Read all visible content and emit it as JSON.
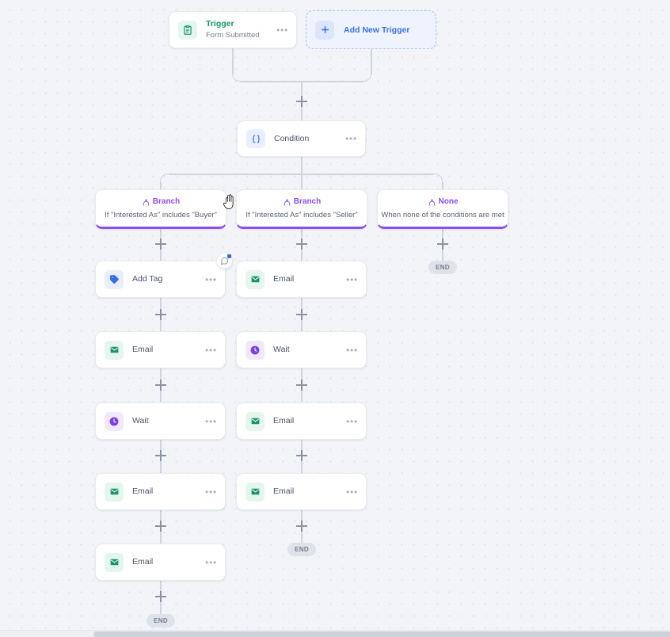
{
  "canvas": {
    "background_color": "#f2f4f8",
    "dot_color": "#e2e5ec",
    "connector_color": "#cfd4dd"
  },
  "colors": {
    "branch_accent": "#8b4ff0",
    "add_trigger_accent": "#3a6fe0",
    "email_accent": "#18946a",
    "tag_accent": "#2f6fe4",
    "wait_accent": "#7b3fe4",
    "end_pill_bg": "#dfe2e8"
  },
  "trigger": {
    "title": "Trigger",
    "subtitle": "Form Submitted",
    "icon": "clipboard-icon",
    "menu_label": "•••"
  },
  "add_new_trigger": {
    "label": "Add New Trigger",
    "icon": "plus-icon"
  },
  "condition": {
    "title": "Condition",
    "icon": "braces-icon",
    "menu_label": "•••"
  },
  "branches": [
    {
      "name": "Branch",
      "description": "If \"Interested As\" includes \"Buyer\"",
      "icon": "branch-icon"
    },
    {
      "name": "Branch",
      "description": "If \"Interested As\" includes \"Seller\"",
      "icon": "branch-icon"
    },
    {
      "name": "None",
      "description": "When none of the conditions are met",
      "icon": "branch-icon"
    }
  ],
  "columns": [
    {
      "key": "buyer",
      "nodes": [
        {
          "title": "Add Tag",
          "icon": "tag-icon",
          "menu_label": "•••",
          "has_comment_badge": true
        },
        {
          "title": "Email",
          "icon": "envelope-icon",
          "menu_label": "•••"
        },
        {
          "title": "Wait",
          "icon": "clock-icon",
          "menu_label": "•••"
        },
        {
          "title": "Email",
          "icon": "envelope-icon",
          "menu_label": "•••"
        },
        {
          "title": "Email",
          "icon": "envelope-icon",
          "menu_label": "•••"
        }
      ],
      "end_label": "END"
    },
    {
      "key": "seller",
      "nodes": [
        {
          "title": "Email",
          "icon": "envelope-icon",
          "menu_label": "•••"
        },
        {
          "title": "Wait",
          "icon": "clock-icon",
          "menu_label": "•••"
        },
        {
          "title": "Email",
          "icon": "envelope-icon",
          "menu_label": "•••"
        },
        {
          "title": "Email",
          "icon": "envelope-icon",
          "menu_label": "•••"
        }
      ],
      "end_label": "END"
    },
    {
      "key": "none",
      "nodes": [],
      "end_label": "END"
    }
  ],
  "comment_badge": {
    "icon": "comment-icon",
    "has_unread_dot": true
  },
  "cursor": {
    "icon": "grab-hand-cursor"
  }
}
